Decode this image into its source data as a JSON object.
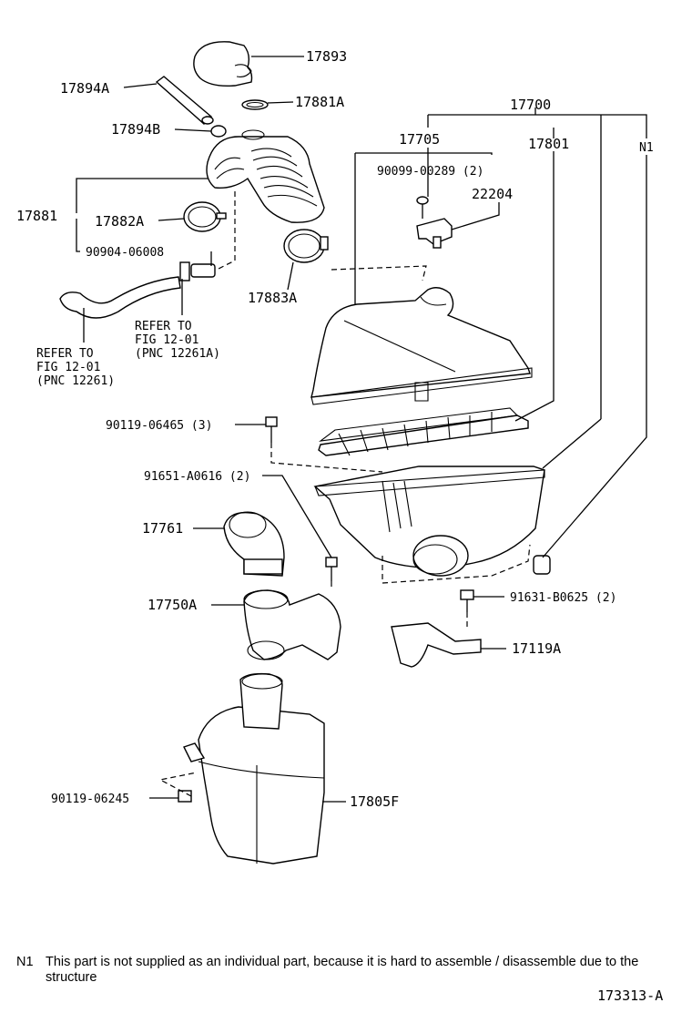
{
  "labels": {
    "p17893": "17893",
    "p17894A": "17894A",
    "p17881A": "17881A",
    "p17894B": "17894B",
    "p17700": "17700",
    "p17705": "17705",
    "p17801": "17801",
    "n1_ref": "N1",
    "p90099": "90099-00289 (2)",
    "p22204": "22204",
    "p17881": "17881",
    "p17882A": "17882A",
    "p90904": "90904-06008",
    "p17883A": "17883A",
    "refer1_l1": "REFER TO",
    "refer1_l2": "FIG 12-01",
    "refer1_l3": "(PNC 12261A)",
    "refer2_l1": "REFER TO",
    "refer2_l2": "FIG 12-01",
    "refer2_l3": "(PNC 12261)",
    "p90119_06465": "90119-06465 (3)",
    "p91651": "91651-A0616 (2)",
    "p17761": "17761",
    "p17750A": "17750A",
    "p91631": "91631-B0625 (2)",
    "p17119A": "17119A",
    "p90119_06245": "90119-06245",
    "p17805F": "17805F"
  },
  "note": {
    "mark": "N1",
    "text": "This part is not supplied as an individual part, because it is hard to assemble / disassemble due to the structure"
  },
  "figure_number": "173313-A"
}
